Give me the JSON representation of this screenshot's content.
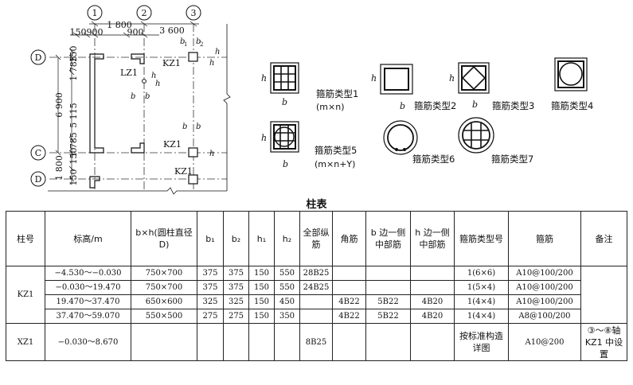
{
  "plan": {
    "axis_bubbles": [
      "1",
      "2",
      "3",
      "D",
      "C",
      "D"
    ],
    "top_dims_row1": [
      "1 800",
      "3 600"
    ],
    "top_dims_row2": [
      "150",
      "900",
      "900"
    ],
    "left_dims": [
      "150",
      "1 785",
      "6 900",
      "5 115",
      "1 785",
      "150",
      "1 800",
      "150"
    ],
    "labels": {
      "kz1_top": "KZ1",
      "kz1_mid": "KZ1",
      "kz1_bot": "KZ1",
      "lz1": "LZ1",
      "b1": "b",
      "b2": "b",
      "h1": "h",
      "h2": "h",
      "sub1": "1",
      "sub2": "2"
    }
  },
  "stirrup_types": [
    {
      "id": "t1",
      "label": "箍筋类型1",
      "sub": "(m×n)",
      "h": "h",
      "b": "b"
    },
    {
      "id": "t2",
      "label": "箍筋类型2",
      "h": "h",
      "b": "b"
    },
    {
      "id": "t3",
      "label": "箍筋类型3",
      "h": "h",
      "b": "b"
    },
    {
      "id": "t4",
      "label": "箍筋类型4"
    },
    {
      "id": "t5",
      "label": "箍筋类型5",
      "sub": "(m×n+Y)",
      "h": "h",
      "b": "b"
    },
    {
      "id": "t6",
      "label": "箍筋类型6"
    },
    {
      "id": "t7",
      "label": "箍筋类型7"
    }
  ],
  "table": {
    "title": "柱表",
    "headers": {
      "col_no": "柱号",
      "elev": "标高/m",
      "bh": "b×h(圆柱直径 D)",
      "b1": "b₁",
      "b2": "b₂",
      "h1": "h₁",
      "h2": "h₂",
      "all_bars": "全部纵筋",
      "corner": "角筋",
      "b_mid": "b 边一侧中部筋",
      "h_mid": "h 边一侧中部筋",
      "stirrup_type": "箍筋类型号",
      "stirrup": "箍筋",
      "note": "备注"
    },
    "kz1": {
      "name": "KZ1",
      "rows": [
        {
          "elev": "−4.530～−0.030",
          "bh": "750×700",
          "b1": "375",
          "b2": "375",
          "h1": "150",
          "h2": "550",
          "all": "28B25",
          "corner": "",
          "bmid": "",
          "hmid": "",
          "type": "1(6×6)",
          "stirrup": "A10@100/200"
        },
        {
          "elev": "−0.030～19.470",
          "bh": "750×700",
          "b1": "375",
          "b2": "375",
          "h1": "150",
          "h2": "550",
          "all": "24B25",
          "corner": "",
          "bmid": "",
          "hmid": "",
          "type": "1(5×4)",
          "stirrup": "A10@100/200"
        },
        {
          "elev": "19.470～37.470",
          "bh": "650×600",
          "b1": "325",
          "b2": "325",
          "h1": "150",
          "h2": "450",
          "all": "",
          "corner": "4B22",
          "bmid": "5B22",
          "hmid": "4B20",
          "type": "1(4×4)",
          "stirrup": "A10@100/200"
        },
        {
          "elev": "37.470～59.070",
          "bh": "550×500",
          "b1": "275",
          "b2": "275",
          "h1": "150",
          "h2": "350",
          "all": "",
          "corner": "4B22",
          "bmid": "5B22",
          "hmid": "4B20",
          "type": "1(4×4)",
          "stirrup": "A8@100/200"
        }
      ]
    },
    "xz1": {
      "name": "XZ1",
      "elev": "−0.030～8.670",
      "all": "8B25",
      "type": "按标准构造详图",
      "stirrup": "A10@200",
      "note": "③～⑧轴 KZ1 中设置"
    }
  }
}
